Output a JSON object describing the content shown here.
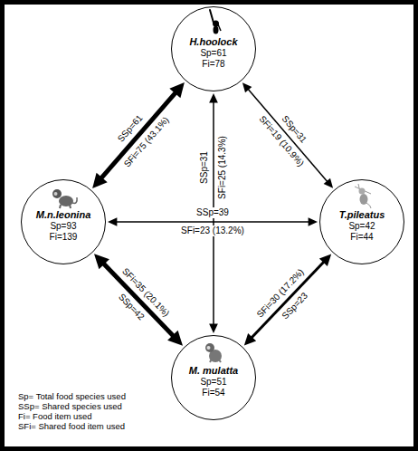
{
  "diagram": {
    "nodes": [
      {
        "text": [
          "H.hoolock",
          "Sp=61",
          "Fi=78"
        ]
      },
      {
        "text": [
          "M.n.leonina",
          "Sp=93",
          "Fi=139"
        ]
      },
      {
        "text": [
          "T.pileatus",
          "Sp=42",
          "Fi=44"
        ]
      },
      {
        "text": [
          "M. mulatta",
          "Sp=51",
          "Fi=54"
        ]
      }
    ],
    "edges": [
      {
        "from": 0,
        "to": 1,
        "arrow": "both",
        "label": "SSp=61"
      },
      {
        "from": 0,
        "to": 2,
        "arrow": "both",
        "label": "SSp=31"
      },
      {
        "from": 0,
        "to": 3,
        "arrow": "both",
        "label": "SSp=31"
      },
      {
        "from": 1,
        "to": 2,
        "arrow": "both",
        "label": "SSp=39"
      },
      {
        "from": 1,
        "to": 3,
        "arrow": "both",
        "label": "SSp=42"
      },
      {
        "from": 2,
        "to": 3,
        "arrow": "both",
        "label": "SSp=23"
      }
    ],
    "labels": [
      "SFi=75 (43.1%)",
      "SFi=19 (10.9%)",
      "SFi=25 (14.3%)",
      "SFi=23 (13.2%)",
      "SFi=35 (20.1%)",
      "SFi=30 (17.2%)",
      "Sp= Total food species used",
      "SSp= Shared species used",
      "Fi= Food item used",
      "SFi= Shared food item used"
    ]
  }
}
